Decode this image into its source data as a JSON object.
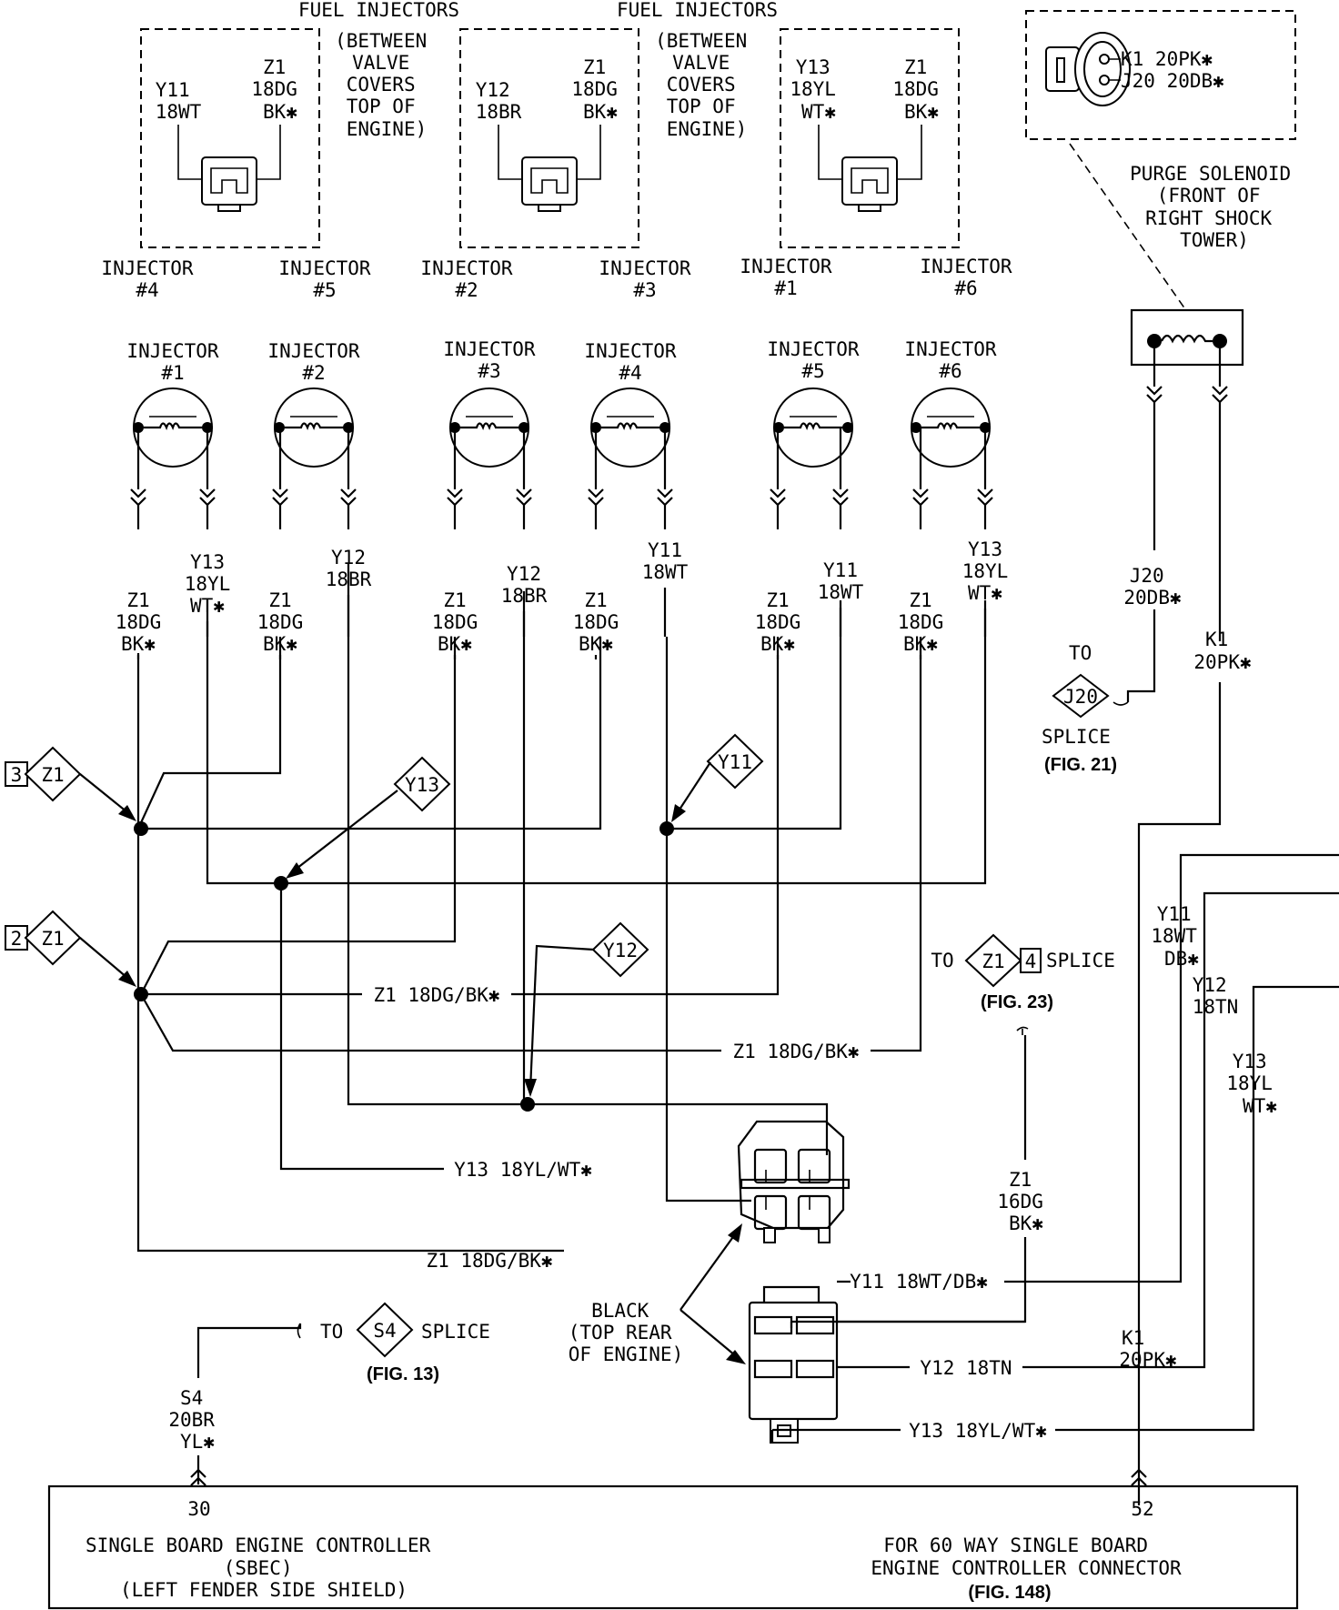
{
  "top_injectors": [
    {
      "header": [
        "FUEL INJECTORS"
      ],
      "note": [
        "(BETWEEN",
        "VALVE",
        "COVERS",
        "TOP OF",
        "ENGINE)"
      ],
      "left_wire": [
        "Y11",
        "18WT"
      ],
      "right_wire": [
        "Z1",
        "18DG",
        "BK✱"
      ],
      "labels": [
        [
          "INJECTOR",
          "#4"
        ],
        [
          "INJECTOR",
          "#5"
        ]
      ]
    },
    {
      "header": [
        "FUEL INJECTORS"
      ],
      "note": [
        "(BETWEEN",
        "VALVE",
        "COVERS",
        "TOP OF",
        "ENGINE)"
      ],
      "left_wire": [
        "Y12",
        "18BR"
      ],
      "right_wire": [
        "Z1",
        "18DG",
        "BK✱"
      ],
      "labels": [
        [
          "INJECTOR",
          "#2"
        ],
        [
          "INJECTOR",
          "#3"
        ]
      ]
    },
    {
      "header": [],
      "note": [],
      "left_wire": [
        "Y13",
        "18YL",
        "WT✱"
      ],
      "right_wire": [
        "Z1",
        "18DG",
        "BK✱"
      ],
      "labels": [
        [
          "INJECTOR",
          "#1"
        ],
        [
          "INJECTOR",
          "#6"
        ]
      ]
    }
  ],
  "purge": {
    "pins": [
      "K1 20PK✱",
      "J20 20DB✱"
    ],
    "label": [
      "PURGE SOLENOID",
      "(FRONT OF",
      "RIGHT SHOCK",
      "TOWER)"
    ]
  },
  "injectors": [
    {
      "name": [
        "INJECTOR",
        "#1"
      ],
      "left": [
        "Z1",
        "18DG",
        "BK✱"
      ],
      "right": [
        "Y13",
        "18YL",
        "WT✱"
      ]
    },
    {
      "name": [
        "INJECTOR",
        "#2"
      ],
      "left": [
        "Z1",
        "18DG",
        "BK✱"
      ],
      "right": [
        "Y12",
        "18BR"
      ]
    },
    {
      "name": [
        "INJECTOR",
        "#3"
      ],
      "left": [
        "Z1",
        "18DG",
        "BK✱"
      ],
      "right": [
        "Y12",
        "18BR"
      ]
    },
    {
      "name": [
        "INJECTOR",
        "#4"
      ],
      "left": [
        "Z1",
        "18DG",
        "BK✱"
      ],
      "right": [
        "Y11",
        "18WT"
      ]
    },
    {
      "name": [
        "INJECTOR",
        "#5"
      ],
      "left": [
        "Z1",
        "18DG",
        "BK✱"
      ],
      "right": [
        "Y11",
        "18WT"
      ]
    },
    {
      "name": [
        "INJECTOR",
        "#6"
      ],
      "left": [
        "Z1",
        "18DG",
        "BK✱"
      ],
      "right": [
        "Y13",
        "18YL",
        "WT✱"
      ]
    }
  ],
  "purge_wires": {
    "j20": [
      "J20",
      "20DB✱"
    ],
    "k1": [
      "K1",
      "20PK✱"
    ]
  },
  "j20_splice": {
    "to": "TO",
    "code": "J20",
    "splice": "SPLICE",
    "fig": "(FIG. 21)"
  },
  "markers": {
    "z1_3": {
      "num": "3",
      "code": "Z1"
    },
    "z1_2": {
      "num": "2",
      "code": "Z1"
    },
    "y13": "Y13",
    "y11": "Y11",
    "y12": "Y12"
  },
  "inline_labels": {
    "z1_a": "Z1 18DG/BK✱",
    "z1_b": "Z1 18DG/BK✱",
    "y13": "Y13 18YL/WT✱",
    "z1_c": "Z1 18DG/BK✱",
    "y11_db": "Y11 18WT/DB✱",
    "y12_tn": "Y12 18TN",
    "y13_b": "Y13 18YL/WT✱"
  },
  "z1_splice": {
    "to": "TO",
    "code": "Z1",
    "num": "4",
    "splice": "SPLICE",
    "fig": "(FIG. 23)"
  },
  "z1_16": [
    "Z1",
    "16DG",
    "BK✱"
  ],
  "right_wires": {
    "y11": [
      "Y11",
      "18WT",
      "DB✱"
    ],
    "y12": [
      "Y12",
      "18TN"
    ],
    "y13": [
      "Y13",
      "18YL",
      "WT✱"
    ],
    "k1": [
      "K1",
      "20PK✱"
    ]
  },
  "black_connector": [
    "BLACK",
    "(TOP REAR",
    "OF ENGINE)"
  ],
  "s4_splice": {
    "to": "TO",
    "code": "S4",
    "splice": "SPLICE",
    "fig": "(FIG. 13)"
  },
  "s4_wire": [
    "S4",
    "20BR",
    "YL✱"
  ],
  "controller": {
    "pin_left": "30",
    "pin_right": "52",
    "name": [
      "SINGLE BOARD ENGINE CONTROLLER",
      "(SBEC)",
      "(LEFT FENDER SIDE SHIELD)"
    ],
    "connector": [
      "FOR 60 WAY SINGLE BOARD",
      "ENGINE CONTROLLER CONNECTOR"
    ],
    "fig": "(FIG. 148)"
  }
}
